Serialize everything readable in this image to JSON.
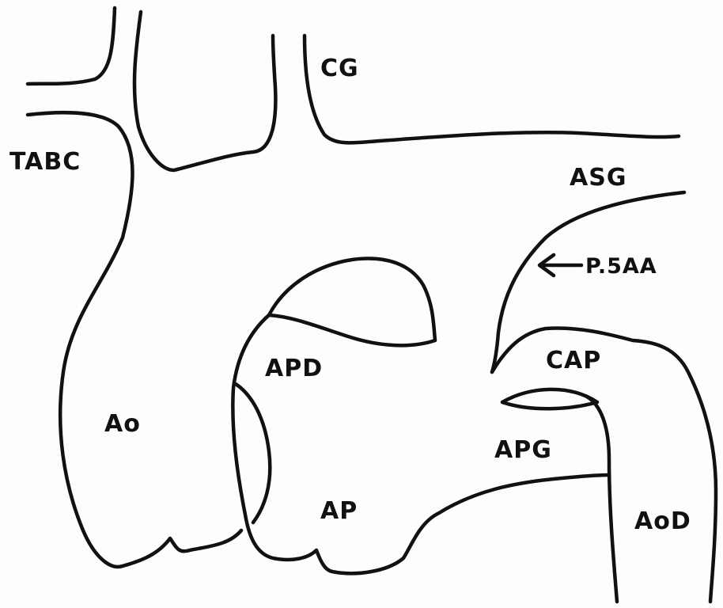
{
  "diagram": {
    "labels": {
      "tabc": "TABC",
      "cg": "CG",
      "asg": "ASG",
      "p5aa": "P.5AA",
      "apd": "APD",
      "cap": "CAP",
      "ao": "Ao",
      "apg": "APG",
      "ap": "AP",
      "aod": "AoD"
    },
    "colors": {
      "ink": "#111111",
      "paper": "#fdfdfd"
    }
  }
}
